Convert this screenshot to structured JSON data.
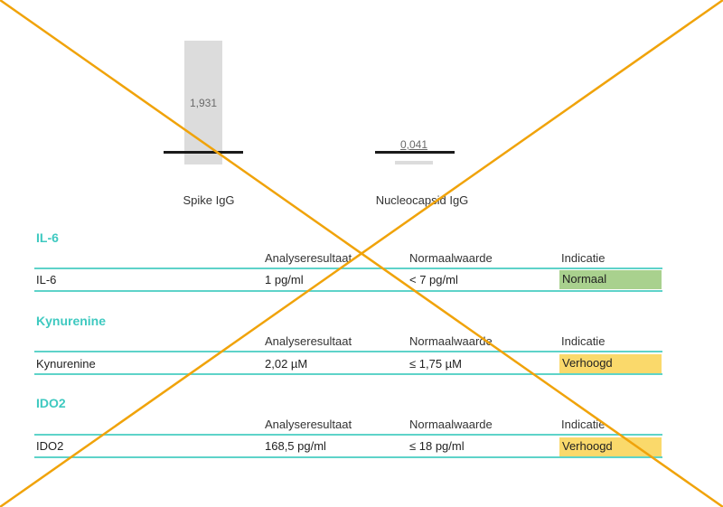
{
  "chart": {
    "bars": [
      {
        "label": "Spike IgG",
        "value_text": "1,931"
      },
      {
        "label": "Nucleocapsid IgG",
        "value_text": "0,041"
      }
    ]
  },
  "table_headers": {
    "result": "Analyseresultaat",
    "normal": "Normaalwaarde",
    "indication": "Indicatie"
  },
  "sections": [
    {
      "title": "IL-6",
      "row": {
        "name": "IL-6",
        "result": "1 pg/ml",
        "normal": "< 7 pg/ml",
        "indication": "Normaal",
        "status": "normal"
      }
    },
    {
      "title": "Kynurenine",
      "row": {
        "name": "Kynurenine",
        "result": "2,02 µM",
        "normal": "≤ 1,75 µM",
        "indication": "Verhoogd",
        "status": "high"
      }
    },
    {
      "title": "IDO2",
      "row": {
        "name": "IDO2",
        "result": "168,5 pg/ml",
        "normal": "≤ 18 pg/ml",
        "indication": "Verhoogd",
        "status": "high"
      }
    }
  ],
  "colors": {
    "accent": "#3ec9c0",
    "normal_badge": "#a9d18e",
    "high_badge": "#fad96b",
    "watermark": "#f0a30a"
  }
}
